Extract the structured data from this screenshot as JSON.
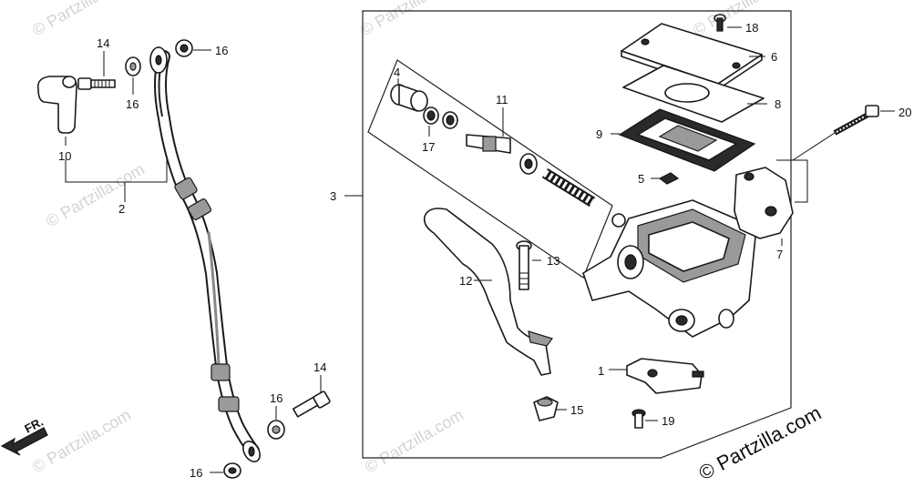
{
  "watermark_text": "© Partzilla.com",
  "copyright_text": "© Partzilla.com",
  "direction_label": "FR.",
  "callouts": {
    "c1": "1",
    "c2": "2",
    "c3": "3",
    "c4": "4",
    "c5": "5",
    "c6": "6",
    "c7": "7",
    "c8": "8",
    "c9": "9",
    "c10": "10",
    "c11": "11",
    "c12": "12",
    "c13": "13",
    "c14a": "14",
    "c14b": "14",
    "c15": "15",
    "c16a": "16",
    "c16b": "16",
    "c16c": "16",
    "c16d": "16",
    "c17": "17",
    "c18": "18",
    "c19": "19",
    "c20": "20"
  }
}
